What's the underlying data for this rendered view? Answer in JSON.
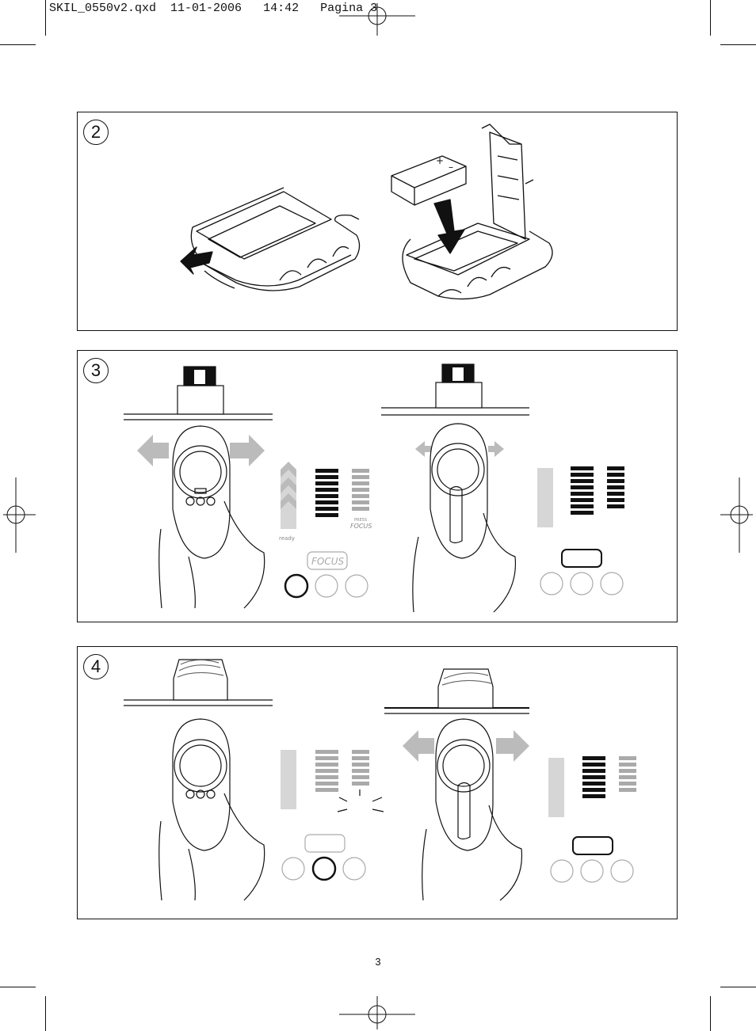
{
  "slug": {
    "filename": "SKIL_0550v2.qxd",
    "date": "11-01-2006",
    "time": "14:42",
    "page_label": "Pagina 3"
  },
  "panels": [
    {
      "number": "2"
    },
    {
      "number": "3"
    },
    {
      "number": "4"
    }
  ],
  "display_labels": {
    "ready": "ready",
    "press": "PRESS",
    "focus": "FOCUS"
  },
  "focus_button_label": "FOCUS",
  "page_number": "3",
  "colors": {
    "line": "#111111",
    "gray": "#999999",
    "light_gray": "#bbbbbb"
  }
}
